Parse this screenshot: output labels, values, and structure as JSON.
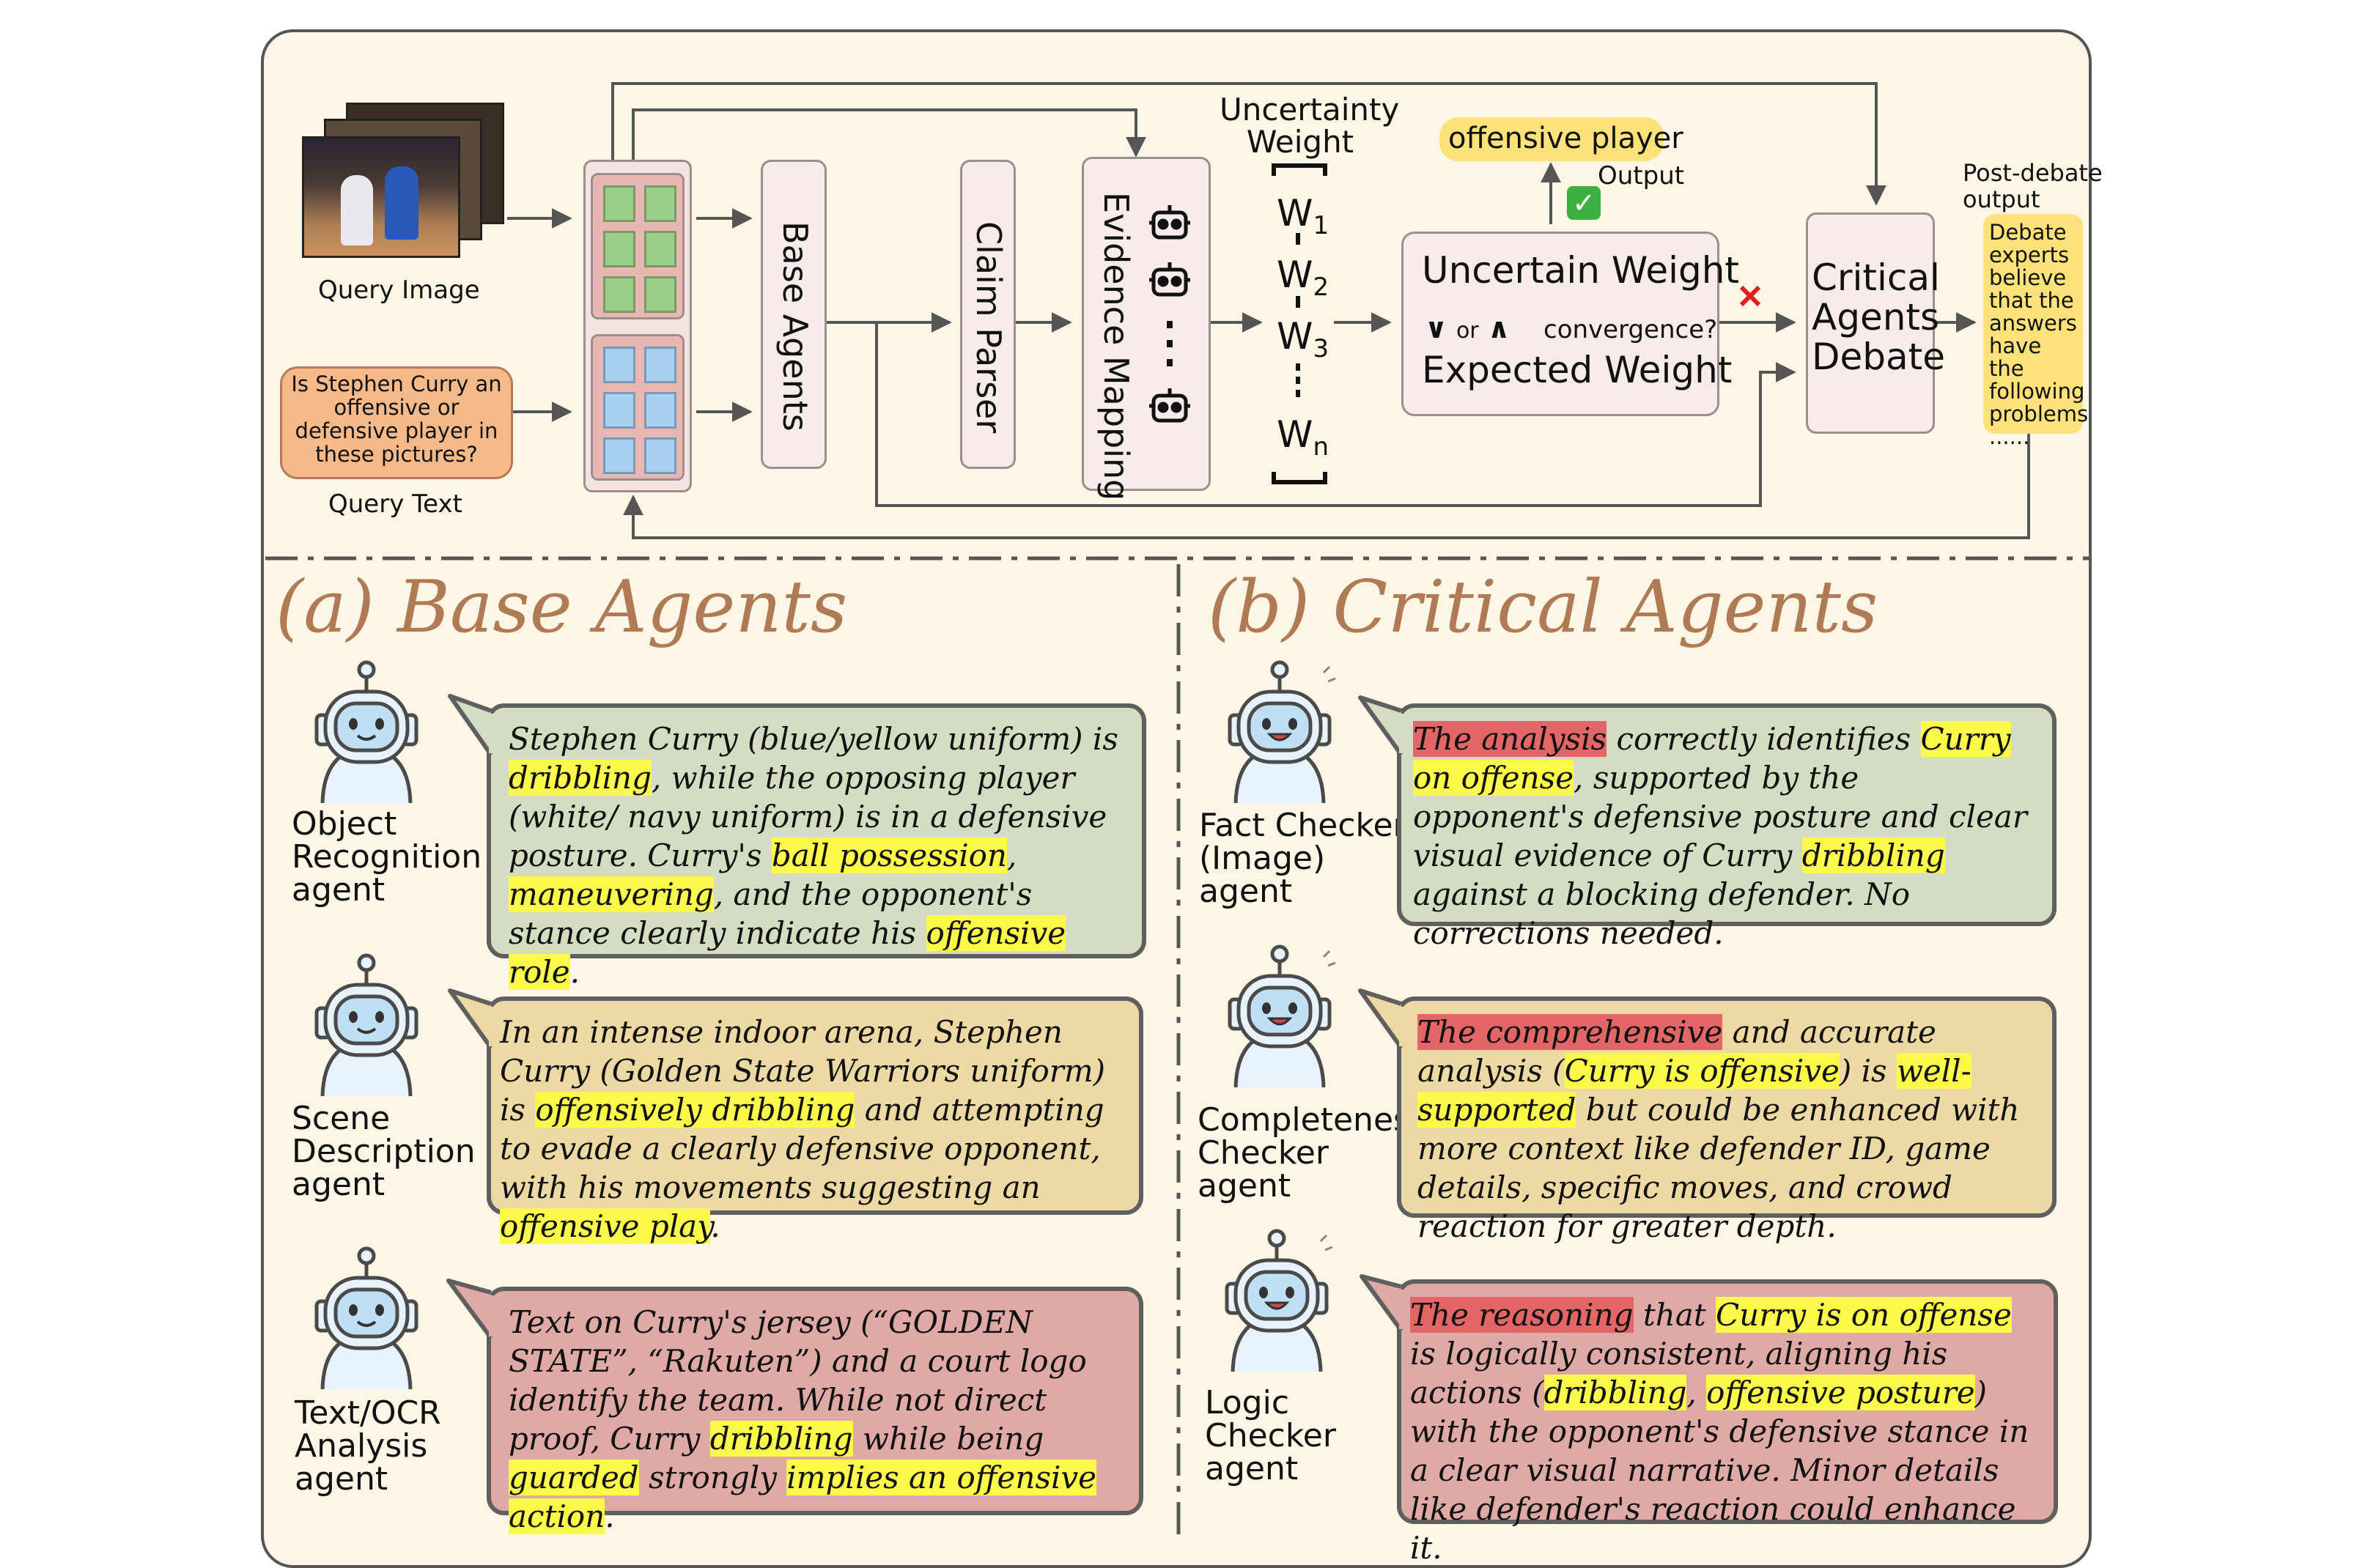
{
  "pipeline": {
    "query_image_label": "Query Image",
    "query_text": "Is Stephen Curry an offensive or defensive player in these pictures?",
    "query_text_label": "Query Text",
    "base_agents": "Base Agents",
    "claim_parser": "Claim Parser",
    "evidence_mapping": "Evidence Mapping",
    "uncertainty_weight_title": "Uncertainty Weight",
    "weights": [
      "W",
      "W",
      "W",
      "W"
    ],
    "weight_subs": [
      "1",
      "2",
      "3",
      "n"
    ],
    "decision_top": "Uncertain Weight",
    "decision_or": "or",
    "decision_convergence": "convergence?",
    "decision_bottom": "Expected Weight",
    "output_answer": "offensive player",
    "output_label": "Output",
    "critical_debate": "Critical Agents Debate",
    "post_debate_label": "Post-debate output",
    "post_debate_text": "Debate experts believe that the answers have the following problems ......"
  },
  "section_a": {
    "title": "(a)  Base Agents",
    "agents": [
      {
        "name_lines": [
          "Object",
          "Recognition",
          "agent"
        ]
      },
      {
        "name_lines": [
          "Scene",
          "Description",
          "agent"
        ]
      },
      {
        "name_lines": [
          "Text/OCR",
          "Analysis",
          "agent"
        ]
      }
    ],
    "bubble1": [
      "Stephen Curry (blue/yellow uniform) is ",
      "dribbling",
      ", while the opposing player (white/ navy uniform) is in a defensive posture. Curry's ",
      "ball possession",
      ", ",
      "maneuvering",
      ", and the opponent's stance clearly indicate his ",
      "offensive role",
      "."
    ],
    "bubble2": [
      "In an intense indoor arena, Stephen Curry (Golden State Warriors uniform) is ",
      "offensively dribbling",
      " and attempting to evade a clearly defensive opponent, with his movements suggesting an ",
      "offensive play",
      "."
    ],
    "bubble3": [
      "Text on Curry's jersey (“GOLDEN STATE”, “Rakuten”) and a court logo identify the team. While not direct proof, Curry ",
      "dribbling",
      " while being ",
      "guarded",
      " strongly ",
      "implies an offensive action",
      "."
    ]
  },
  "section_b": {
    "title": "(b) Critical Agents",
    "agents": [
      {
        "name_lines": [
          "Fact Checker",
          "(Image)",
          "agent"
        ]
      },
      {
        "name_lines": [
          "Completeness",
          "Checker",
          "agent"
        ]
      },
      {
        "name_lines": [
          "Logic",
          "Checker",
          "agent"
        ]
      }
    ],
    "bubble1": [
      "The analysis",
      " correctly identifies ",
      "Curry on offense",
      ", supported by the opponent's defensive posture and clear visual evidence of Curry ",
      "dribbling",
      " against a blocking defender. No corrections needed."
    ],
    "bubble2": [
      "The comprehensive",
      " and accurate analysis (",
      "Curry is offensive",
      ") is ",
      "well-supported",
      " but could be enhanced with more context like defender ID, game details, specific moves, and crowd reaction for greater depth."
    ],
    "bubble3": [
      "The reasoning",
      " that ",
      "Curry is on offense",
      " is logically consistent, aligning his actions (",
      "dribbling",
      ", ",
      "offensive posture",
      ") with the opponent's defensive stance in a clear visual narrative. Minor details like defender's reaction could enhance it."
    ]
  },
  "colors": {
    "frame_bg": "#fcf6e7",
    "section_title": "#b07a55",
    "highlight_yellow": "#fbf94a",
    "highlight_red": "#e36666",
    "bubble_green": "#d4ddc2",
    "bubble_yellow": "#ecd9a4",
    "bubble_red": "#dfa9a6"
  }
}
